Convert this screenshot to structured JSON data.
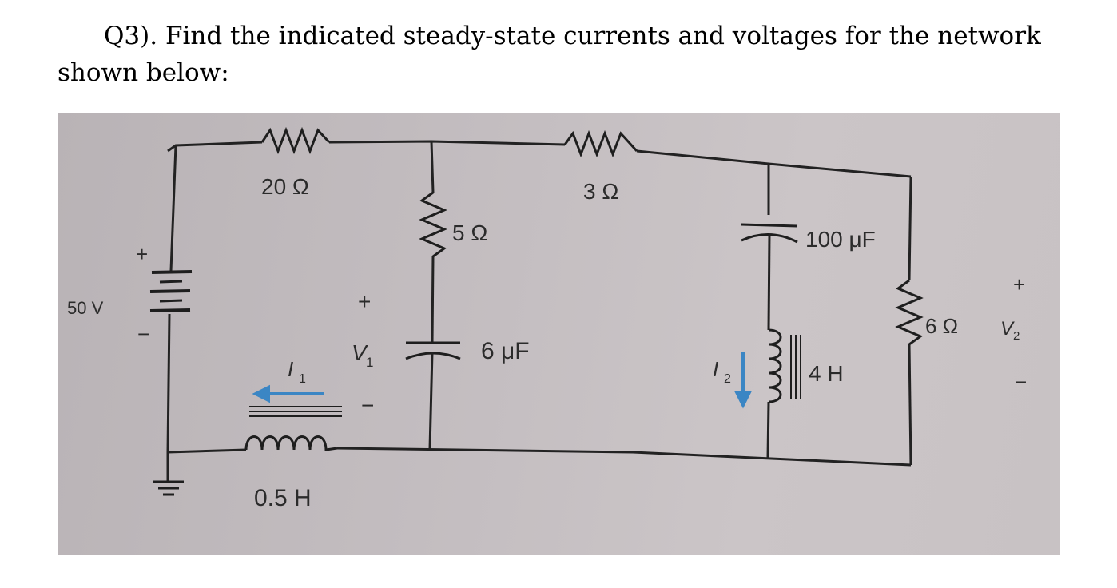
{
  "question": {
    "line1": "Q3). Find the indicated steady-state currents and voltages for the network",
    "line2": "shown below:"
  },
  "circuit": {
    "source": {
      "value": "50 V",
      "plus": "+",
      "minus": "−"
    },
    "r1": "20 Ω",
    "r2": "5 Ω",
    "r3": "3 Ω",
    "r4": "6 Ω",
    "c1": "6 μF",
    "c2": "100 μF",
    "l1": "0.5 H",
    "l2": "4 H",
    "i1": "I",
    "i1_sub": "1",
    "i2": "I",
    "i2_sub": "2",
    "v1": "V",
    "v1_sub": "1",
    "v1_plus": "+",
    "v1_minus": "−",
    "v2": "V",
    "v2_sub": "2",
    "v2_plus": "+",
    "v2_minus": "−",
    "current_color": "#3b86c4"
  }
}
